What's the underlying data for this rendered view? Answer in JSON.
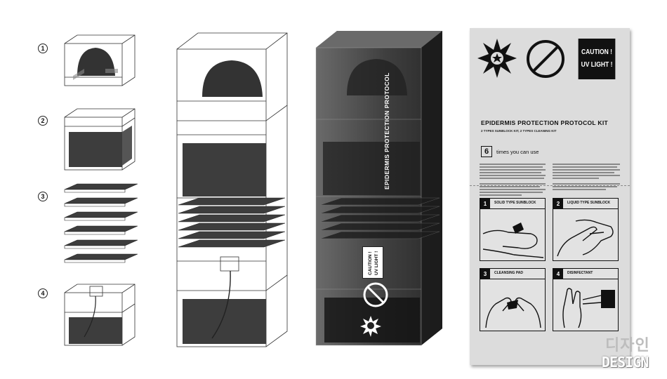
{
  "steps": [
    "1",
    "2",
    "3",
    "4"
  ],
  "vertical_title": "EPIDERMIS PROTECTION PROTOCOL",
  "small_caution": [
    "CAUTION !",
    "UV LIGHT !"
  ],
  "card": {
    "caution_lines": [
      "CAUTION !",
      "UV LIGHT !"
    ],
    "title": "EPIDERMIS PROTECTION PROTOCOL KIT",
    "subtitle": "2 TYPES SUNBLOCK KIT, 2 TYPES CLEANING KIT",
    "times_number": "6",
    "times_label": "times you can use",
    "panels": [
      {
        "num": "1",
        "label": "SOLID TYPE SUNBLOCK"
      },
      {
        "num": "2",
        "label": "LIQUID TYPE SUNBLOCK"
      },
      {
        "num": "3",
        "label": "CLEANSING PAD"
      },
      {
        "num": "4",
        "label": "DISINFECTANT"
      }
    ]
  },
  "watermark": {
    "korean": "디자인",
    "english": "DESIGN"
  },
  "colors": {
    "dark_fill": "#3d3d3d",
    "card_bg": "#dcdcdc",
    "ink": "#111111"
  }
}
